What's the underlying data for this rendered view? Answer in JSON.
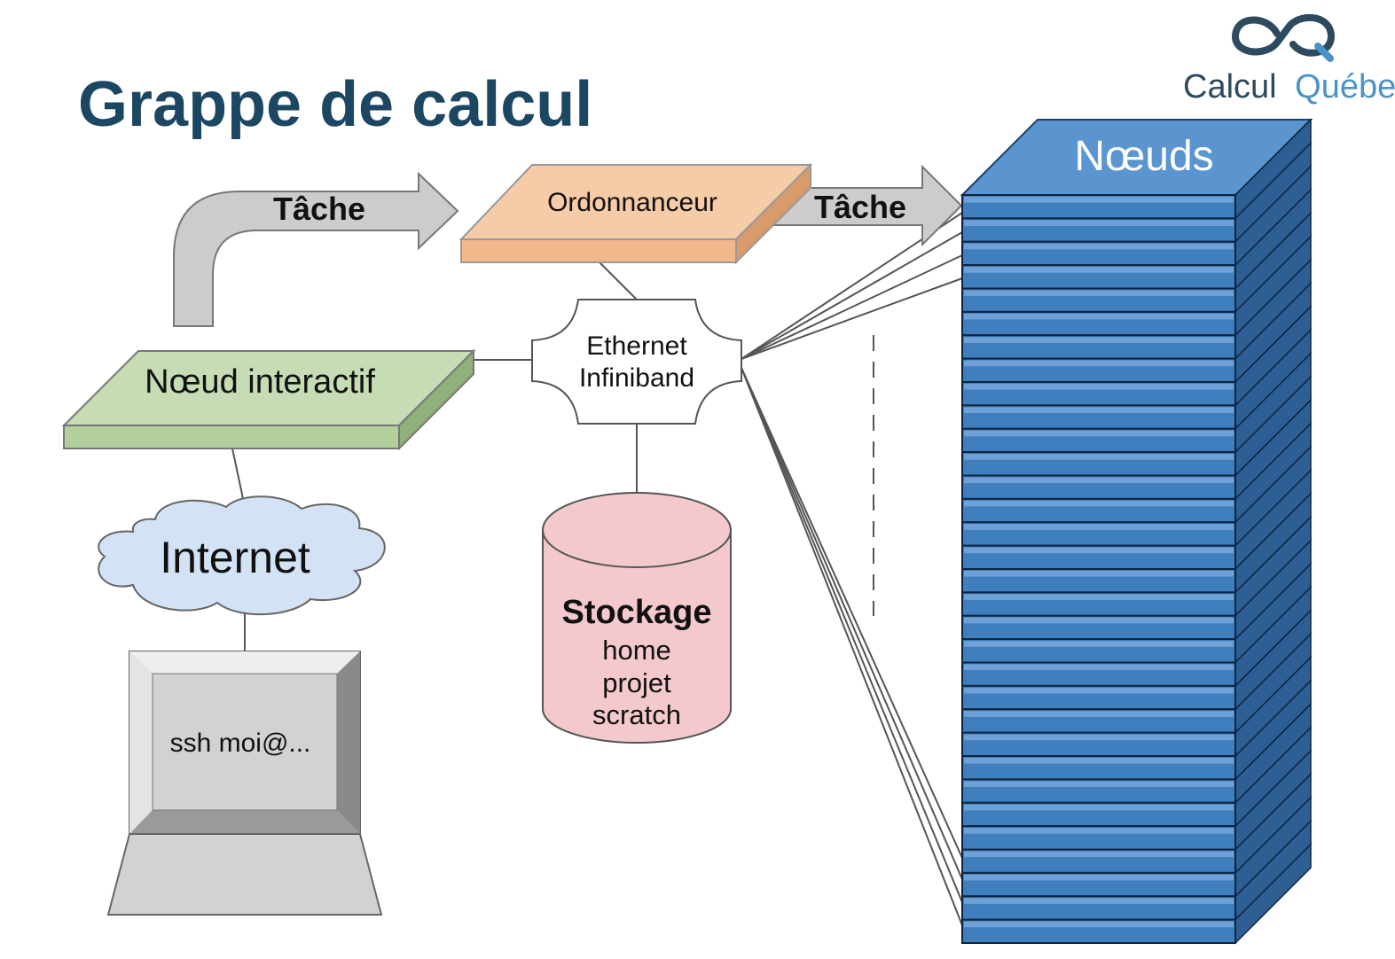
{
  "title": "Grappe de calcul",
  "logo": {
    "word1": "Calcul",
    "word2": "Québec",
    "icon": "infinity-cq-icon"
  },
  "colors": {
    "title": "#1c4763",
    "scheduler": "#f6cba7",
    "interactive": "#c6dcb4",
    "internet": "#d3e3f5",
    "storage": "#f4c9ce",
    "nodes_front": "#3f7fbd",
    "nodes_top": "#5b95cf",
    "nodes_side": "#2d5f95",
    "arrow": "#cccccc"
  },
  "diagram": {
    "arrow1_label": "Tâche",
    "arrow2_label": "Tâche",
    "scheduler_label": "Ordonnanceur",
    "interactive_label": "Nœud interactif",
    "network_line1": "Ethernet",
    "network_line2": "Infiniband",
    "internet_label": "Internet",
    "storage_title": "Stockage",
    "storage_lines": [
      "home",
      "projet",
      "scratch"
    ],
    "terminal_text": "ssh moi@...",
    "nodes_label": "Nœuds",
    "node_count": 32
  }
}
